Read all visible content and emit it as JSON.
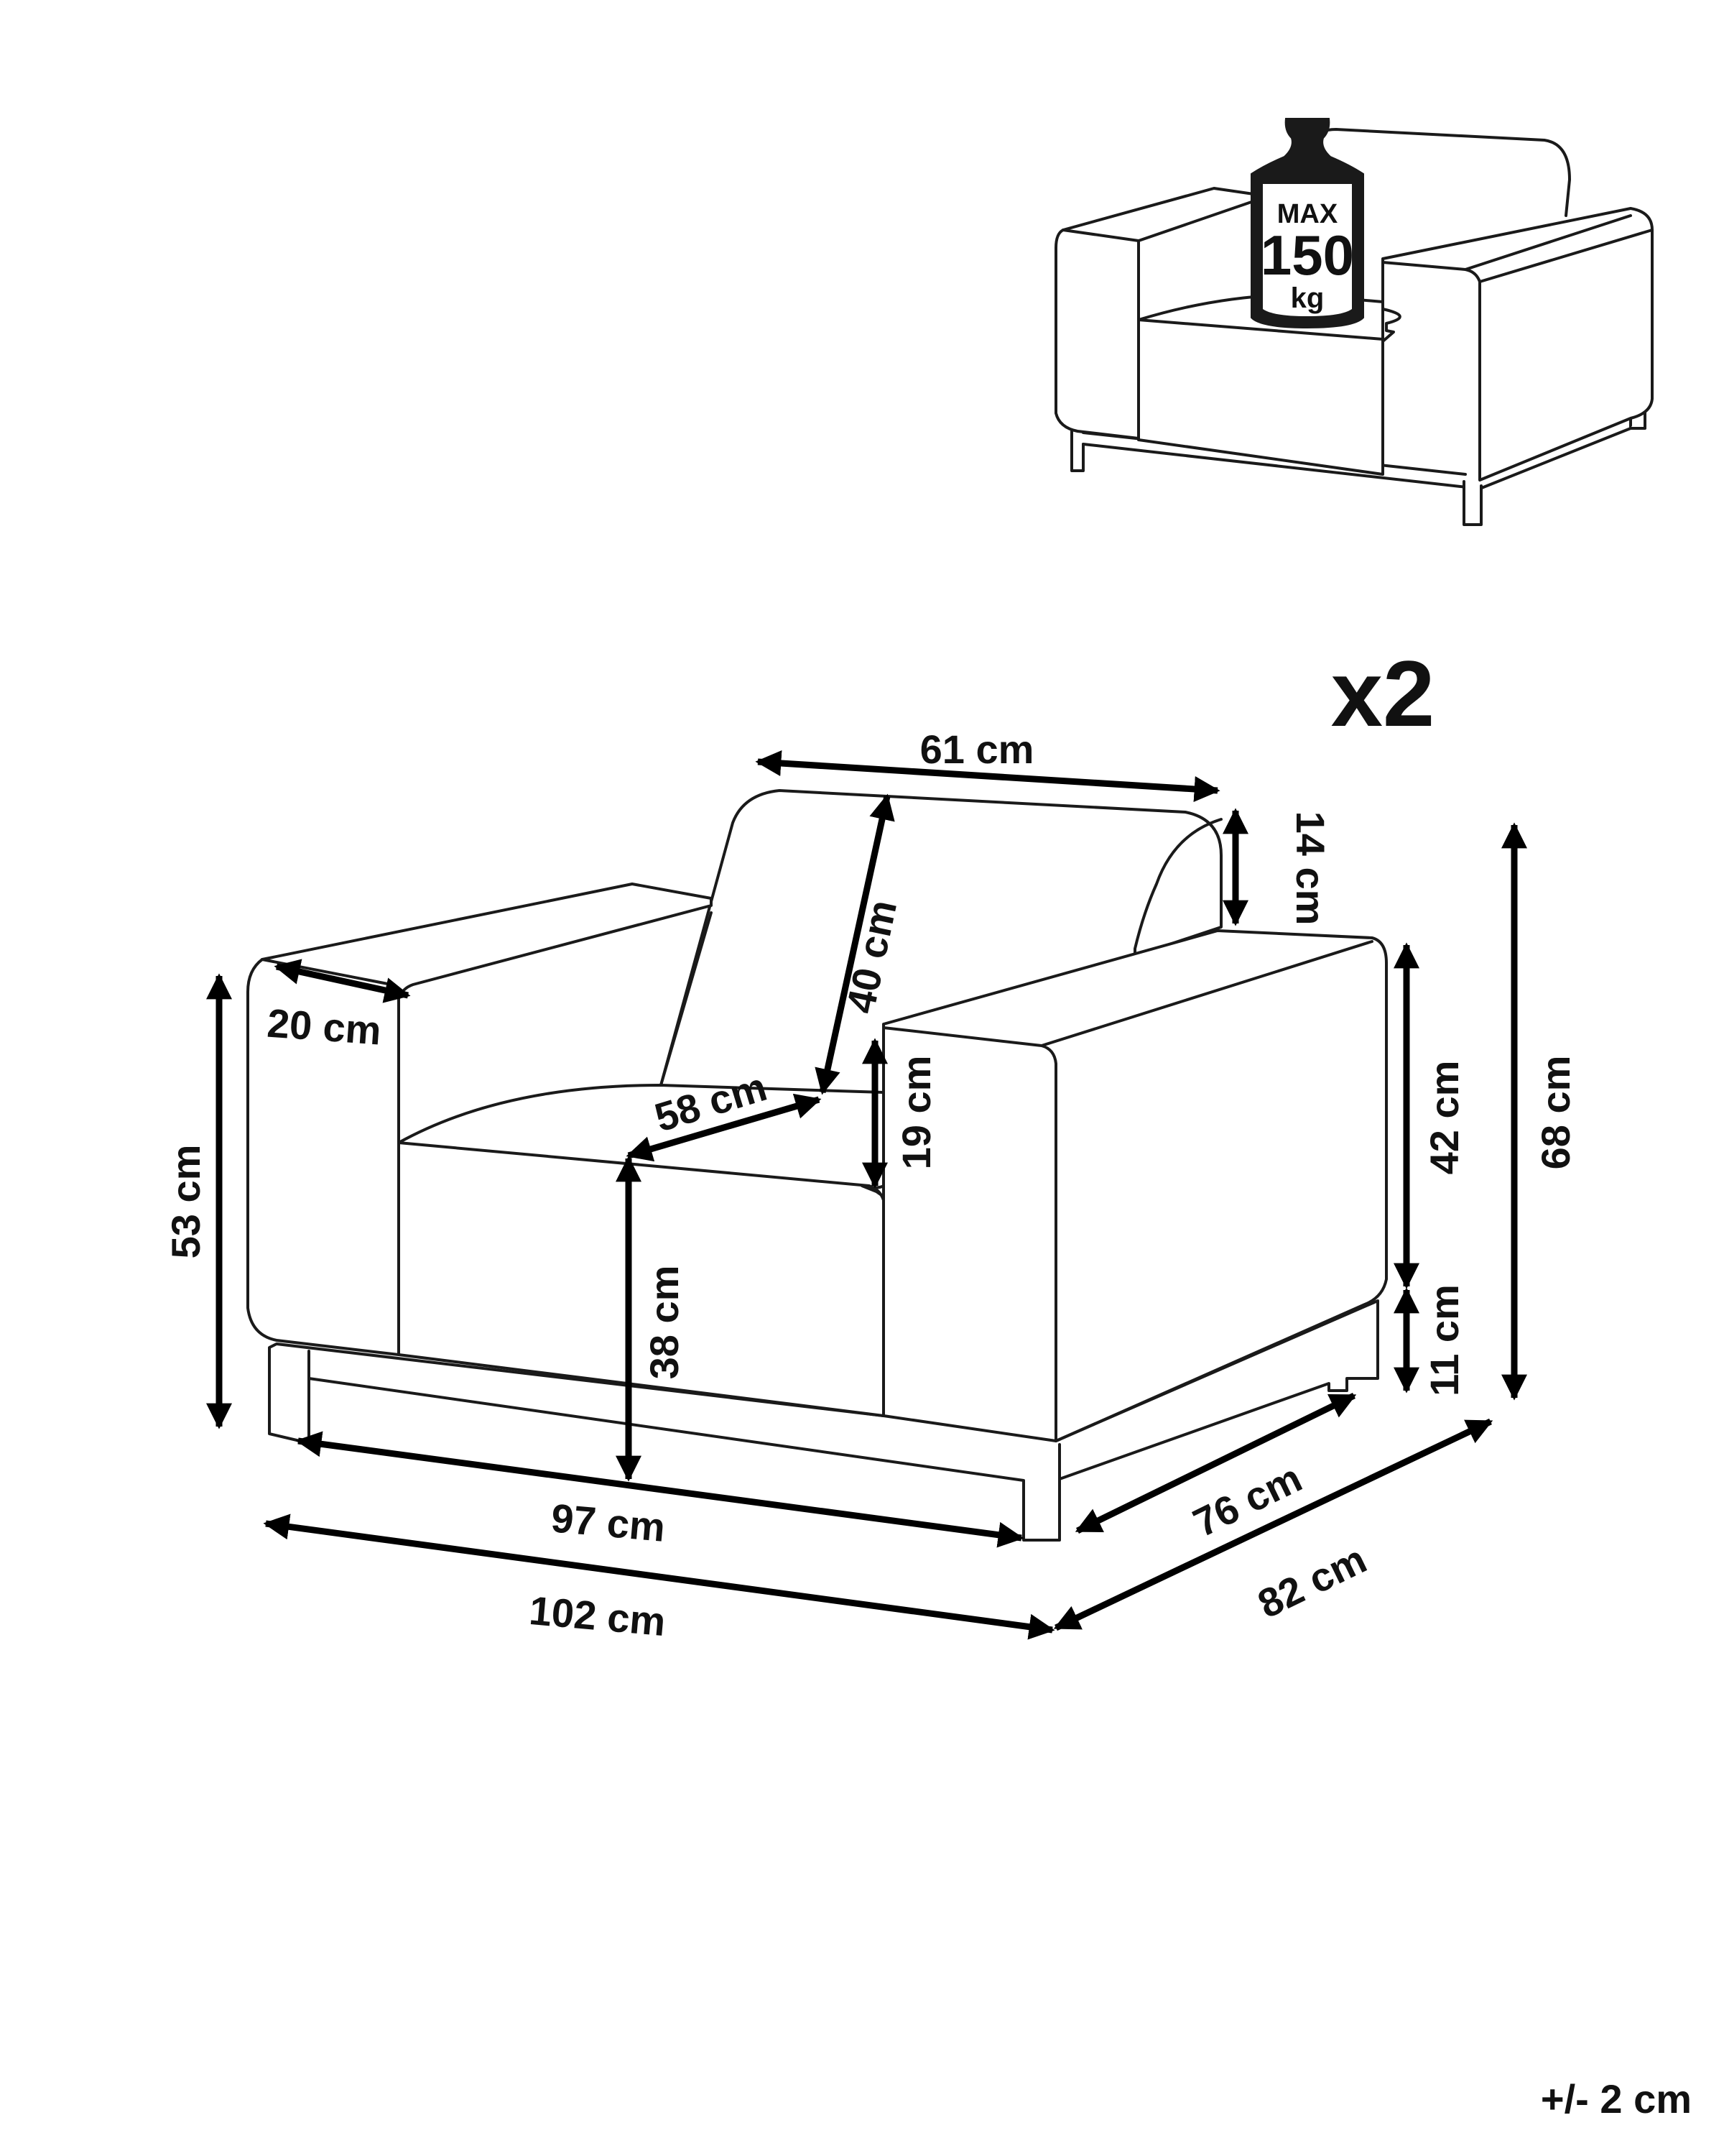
{
  "weight_limit": {
    "line1": "MAX",
    "line2": "150",
    "line3": "kg"
  },
  "quantity": "x2",
  "tolerance": "+/- 2 cm",
  "dimensions": {
    "backrest_width": "61 cm",
    "backrest_cushion_height": "14 cm",
    "backrest_height": "40 cm",
    "armrest_width": "20 cm",
    "seat_depth": "58 cm",
    "backrest_to_arm": "19 cm",
    "total_height_left": "53 cm",
    "seat_height": "38 cm",
    "arm_height": "42 cm",
    "leg_height": "11 cm",
    "total_height": "68 cm",
    "inner_width": "97 cm",
    "total_width": "102 cm",
    "inner_depth": "76 cm",
    "total_depth": "82 cm"
  }
}
